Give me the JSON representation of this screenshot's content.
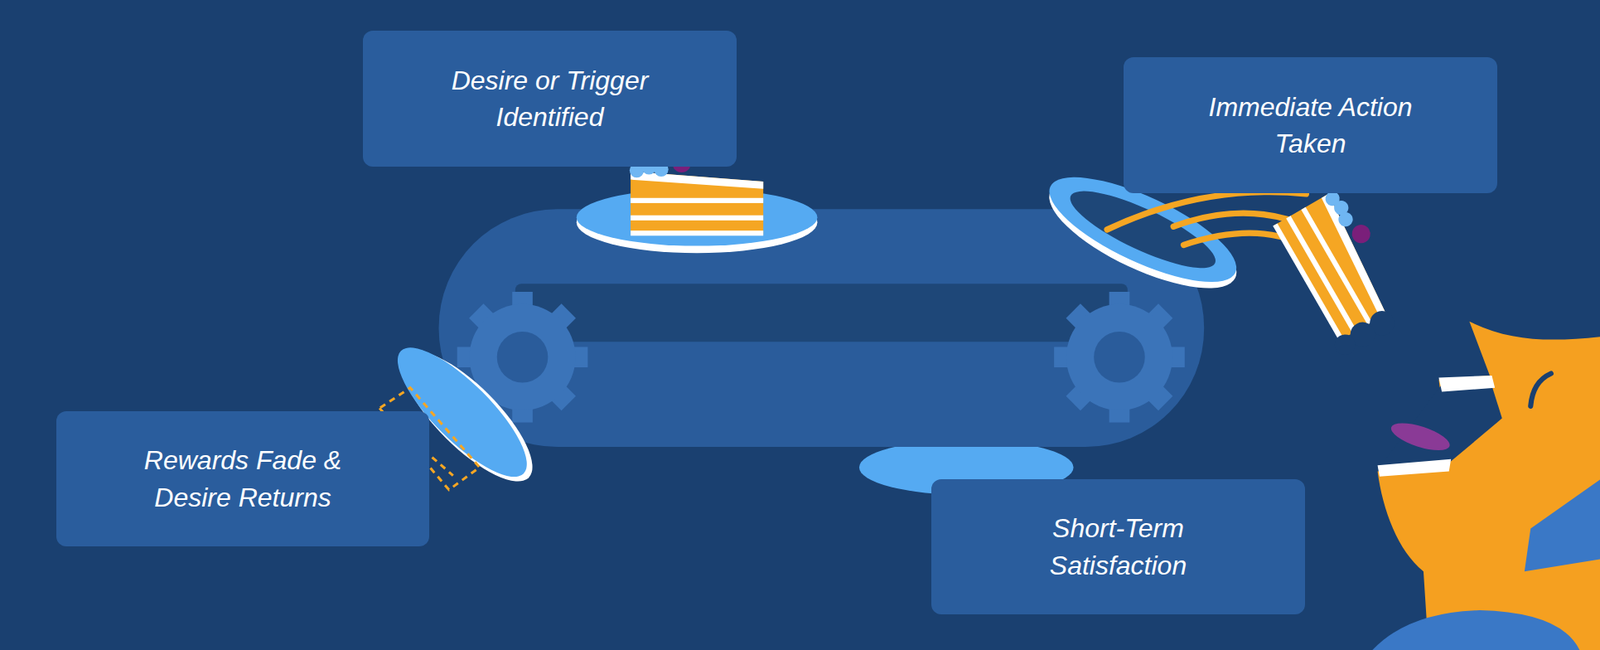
{
  "diagram": {
    "nodes": [
      {
        "text": [
          "Desire or Trigger Identified"
        ]
      },
      {
        "text": [
          "Immediate Action Taken"
        ]
      },
      {
        "text": [
          "Short-Term Satisfaction"
        ]
      },
      {
        "text": [
          "Rewards Fade & Desire Returns"
        ]
      }
    ]
  }
}
